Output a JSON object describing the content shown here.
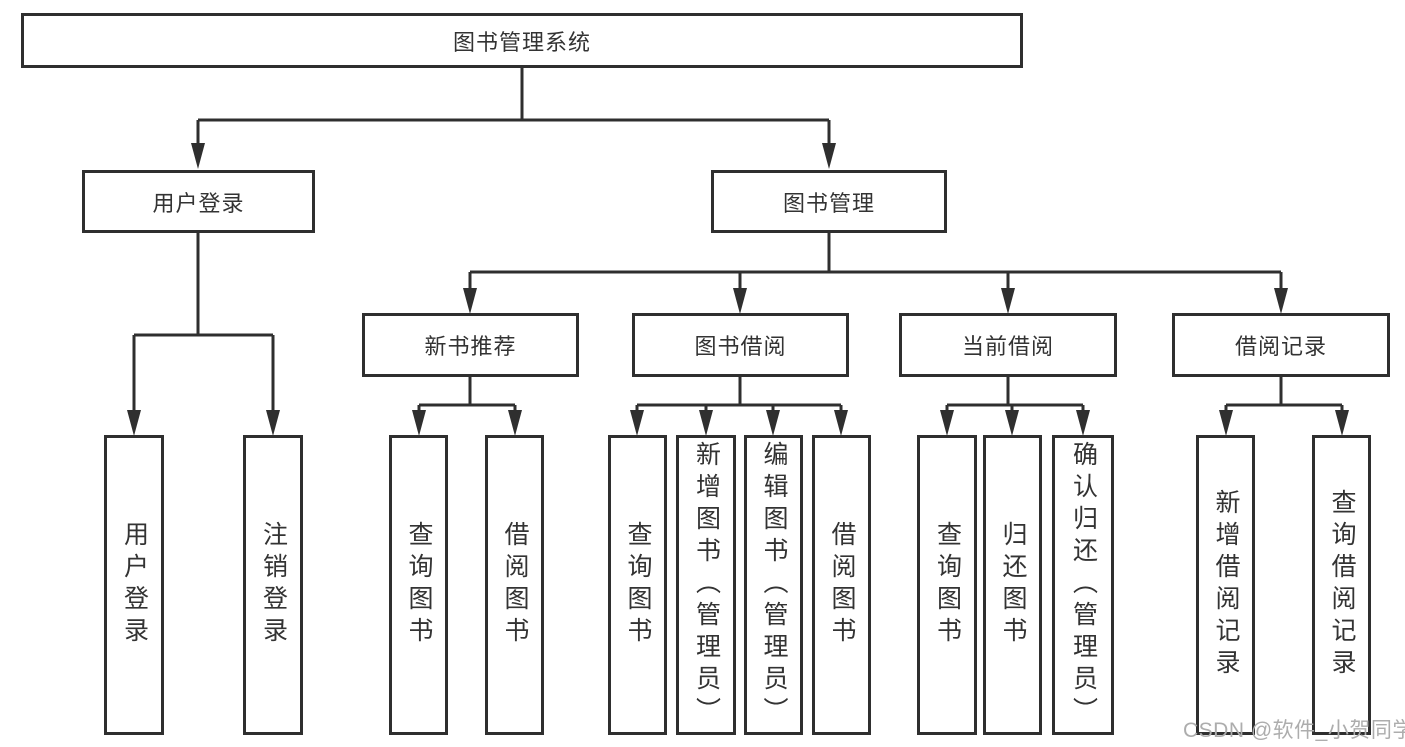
{
  "colors": {
    "line": "#2f2f2f",
    "box_border": "#2f2f2f",
    "box_background": "#ffffff",
    "text": "#333333",
    "watermark": "#adadad",
    "page_background": "#ffffff"
  },
  "watermark": "CSDN @软件_小贺同学",
  "tree": {
    "root": {
      "label": "图书管理系统"
    },
    "children": [
      {
        "label": "用户登录",
        "children": [
          {
            "label": "用户登录"
          },
          {
            "label": "注销登录"
          }
        ]
      },
      {
        "label": "图书管理",
        "children": [
          {
            "label": "新书推荐",
            "children": [
              {
                "label": "查询图书"
              },
              {
                "label": "借阅图书"
              }
            ]
          },
          {
            "label": "图书借阅",
            "children": [
              {
                "label": "查询图书"
              },
              {
                "label": "新增图书（管理员）"
              },
              {
                "label": "编辑图书（管理员）"
              },
              {
                "label": "借阅图书"
              }
            ]
          },
          {
            "label": "当前借阅",
            "children": [
              {
                "label": "查询图书"
              },
              {
                "label": "归还图书"
              },
              {
                "label": "确认归还（管理员）"
              }
            ]
          },
          {
            "label": "借阅记录",
            "children": [
              {
                "label": "新增借阅记录"
              },
              {
                "label": "查询借阅记录"
              }
            ]
          }
        ]
      }
    ]
  }
}
